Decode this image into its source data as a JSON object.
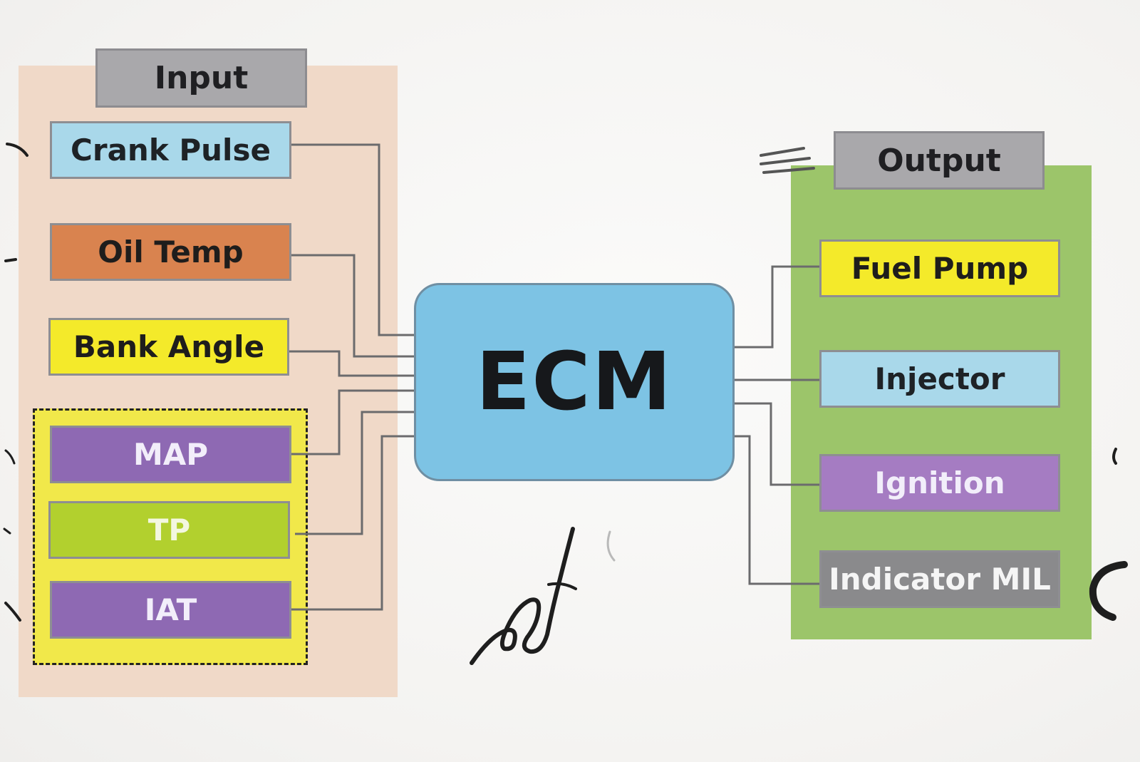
{
  "diagram": {
    "input": {
      "header": "Input",
      "items": [
        {
          "label": "Crank Pulse",
          "fill": "#a9d8ea",
          "text_color": "#1e2226"
        },
        {
          "label": "Oil Temp",
          "fill": "#d9834f",
          "text_color": "#1e1d1c"
        },
        {
          "label": "Bank Angle",
          "fill": "#f4ea2a",
          "text_color": "#1e1d1c"
        },
        {
          "label": "MAP",
          "fill": "#8e69b3",
          "text_color": "#f2eefa"
        },
        {
          "label": "TP",
          "fill": "#b2d02e",
          "text_color": "#f3f7e0"
        },
        {
          "label": "IAT",
          "fill": "#8e69b3",
          "text_color": "#f2eefa"
        }
      ]
    },
    "center": {
      "label": "ECM"
    },
    "output": {
      "header": "Output",
      "items": [
        {
          "label": "Fuel Pump",
          "fill": "#f4ea2a",
          "text_color": "#1e1d1c"
        },
        {
          "label": "Injector",
          "fill": "#a9d8ea",
          "text_color": "#1e2226"
        },
        {
          "label": "Ignition",
          "fill": "#a57cc2",
          "text_color": "#f2eefa"
        },
        {
          "label": "Indicator MIL",
          "fill": "#8a8a8c",
          "text_color": "#f5f5f5"
        }
      ]
    },
    "colors": {
      "input_panel": "#f0d9c8",
      "output_panel": "#9cc56a",
      "header_fill": "#a9a8ab",
      "ecm_fill": "#7dc3e4",
      "wire": "#6b6b6d",
      "group_fill": "#f1e84a"
    }
  }
}
